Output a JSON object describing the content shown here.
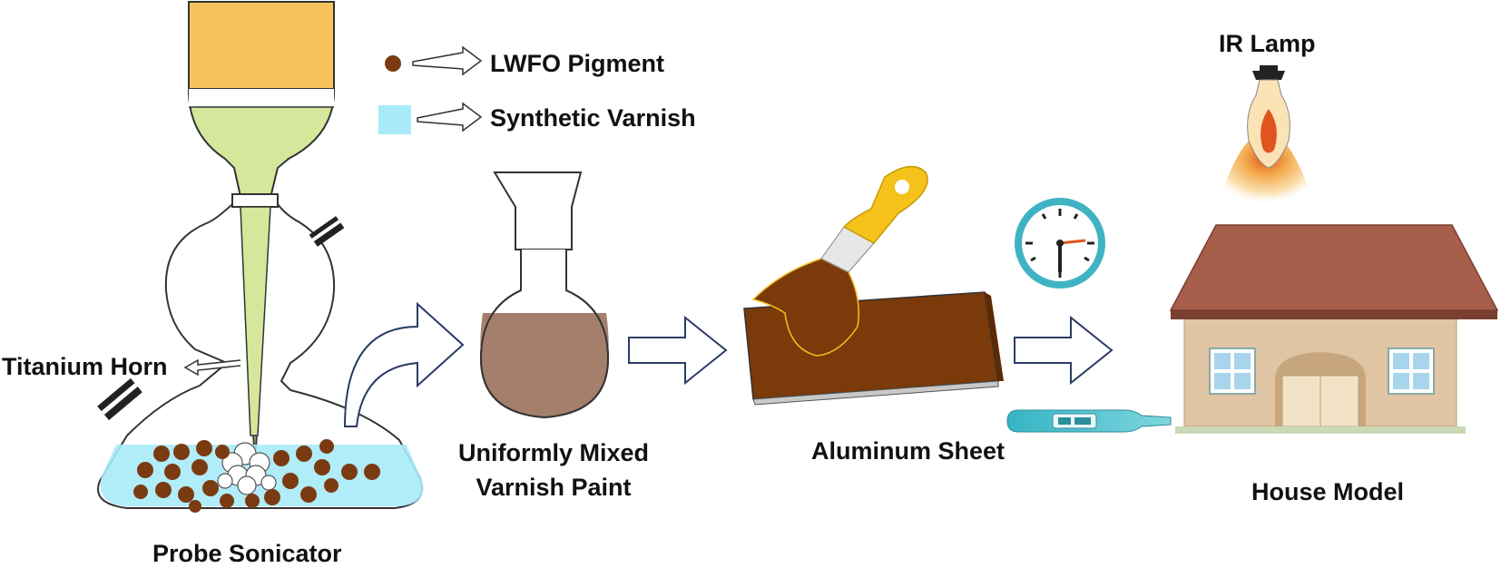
{
  "legend": {
    "pigment_label": "LWFO Pigment",
    "varnish_label": "Synthetic Varnish"
  },
  "labels": {
    "titanium_horn": "Titanium Horn",
    "probe_sonicator": "Probe Sonicator",
    "mixed_paint_line1": "Uniformly Mixed",
    "mixed_paint_line2": "Varnish Paint",
    "aluminum_sheet": "Aluminum Sheet",
    "ir_lamp": "IR Lamp",
    "house_model": "House Model"
  },
  "icons": [
    "sonicator-flask-icon",
    "funnel-icon",
    "round-flask-icon",
    "paint-brush-icon",
    "aluminum-sheet-icon",
    "clock-icon",
    "thermometer-icon",
    "ir-lamp-icon",
    "house-icon"
  ],
  "colors": {
    "pigment": "#7a3b12",
    "varnish": "#a8eaf8",
    "funnel": "#f7c45c",
    "solution": "#d5e79a",
    "paint": "#a47f6b",
    "sheet": "#7b3a0a",
    "brush_handle": "#f4c21a",
    "roof": "#a75e4a",
    "wall": "#dfc5a3",
    "clock_ring": "#3fb3c3"
  }
}
